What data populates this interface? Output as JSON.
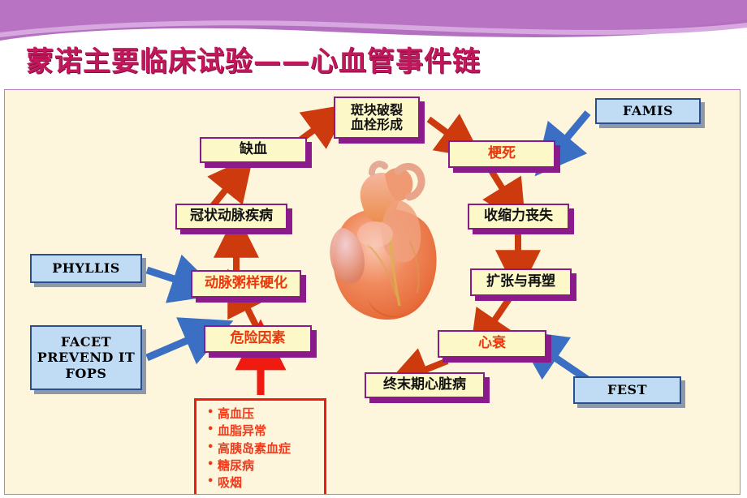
{
  "slide": {
    "title": "蒙诺主要临床试验——心血管事件链",
    "title_color": "#c2185b",
    "banner_color": "#b36fc0",
    "panel_bg": "#fdf6dd"
  },
  "diagram": {
    "heart_label": "anatomical-heart-illustration",
    "process_boxes": [
      {
        "id": "plaque-rupture",
        "label": "斑块破裂\n血栓形成",
        "line1": "斑块破裂",
        "line2": "血栓形成",
        "text_color": "#111111"
      },
      {
        "id": "ischemia",
        "label": "缺血",
        "text_color": "#111111"
      },
      {
        "id": "infarction",
        "label": "梗死",
        "text_color": "#e8380d"
      },
      {
        "id": "coronary-artery-disease",
        "label": "冠状动脉疾病",
        "text_color": "#111111"
      },
      {
        "id": "loss-of-contractility",
        "label": "收缩力丧失",
        "text_color": "#111111"
      },
      {
        "id": "atherosclerosis",
        "label": "动脉粥样硬化",
        "text_color": "#e8380d"
      },
      {
        "id": "dilation-remodeling",
        "label": "扩张与再塑",
        "text_color": "#111111"
      },
      {
        "id": "risk-factors",
        "label": "危险因素",
        "text_color": "#e8380d"
      },
      {
        "id": "heart-failure",
        "label": "心衰",
        "text_color": "#e8380d"
      },
      {
        "id": "end-stage-heart-disease",
        "label": "终末期心脏病",
        "text_color": "#111111"
      }
    ],
    "trial_boxes": [
      {
        "id": "famis",
        "label": "FAMIS"
      },
      {
        "id": "phyllis",
        "label": "PHYLLIS"
      },
      {
        "id": "facet",
        "line1": "FACET",
        "line2": "PREVEND IT",
        "line3": "FOPS"
      },
      {
        "id": "fest",
        "label": "FEST"
      }
    ],
    "risk_factor_list": [
      "高血压",
      "血脂异常",
      "高胰岛素血症",
      "糖尿病",
      "吸烟"
    ],
    "colors": {
      "box_fill": "#fcf8c8",
      "box_border": "#8b1a8b",
      "box_shadow": "#8b1a8b",
      "trial_fill": "#bfdcf4",
      "trial_border": "#2b4f8e",
      "flow_arrow": "#cc3a0d",
      "trial_arrow": "#3a6fc4",
      "risk_arrow": "#ef1b10",
      "risk_border": "#ef1b10",
      "risk_text": "#ef3b1c"
    }
  }
}
